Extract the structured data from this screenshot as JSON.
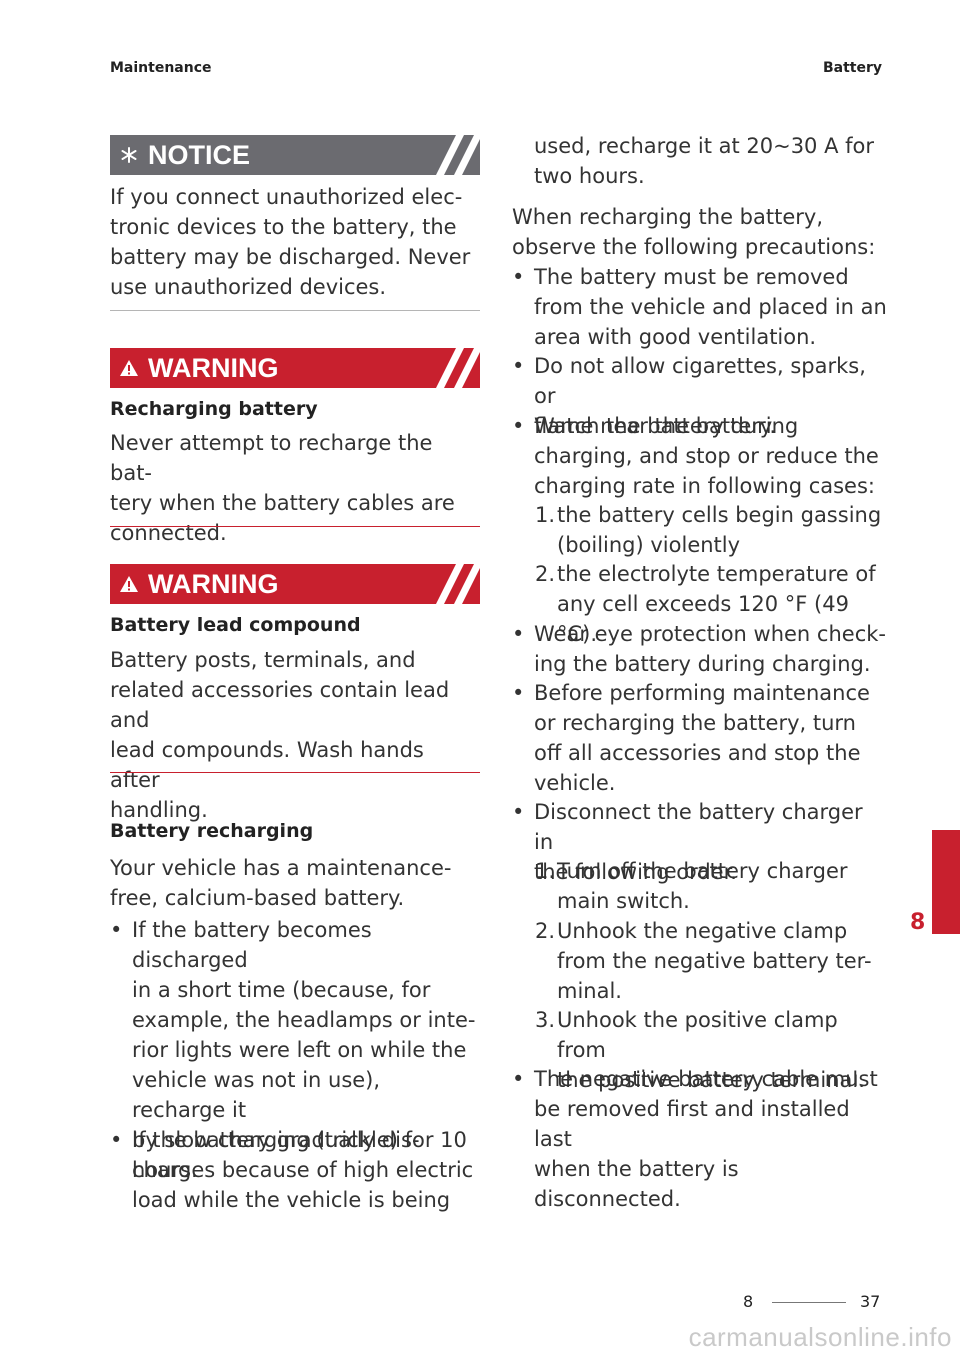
{
  "header": {
    "left": "Maintenance",
    "right": "Battery"
  },
  "notice": {
    "title": "NOTICE",
    "icon": "asterisk-icon",
    "lines": [
      "If you connect unauthorized elec-",
      "tronic devices to the battery, the",
      "battery may be discharged. Never",
      "use unauthorized devices."
    ]
  },
  "warning1": {
    "title": "WARNING",
    "icon": "warning-triangle-icon",
    "heading": "Recharging battery",
    "lines": [
      "Never attempt to recharge the bat-",
      "tery when the battery cables are",
      "connected."
    ]
  },
  "warning2": {
    "title": "WARNING",
    "icon": "warning-triangle-icon",
    "heading": "Battery lead compound",
    "lines": [
      "Battery posts, terminals, and",
      "related accessories contain lead and",
      "lead compounds. Wash hands after",
      "handling."
    ]
  },
  "section": {
    "heading": "Battery recharging",
    "intro": [
      "Your vehicle has a maintenance-",
      "free, calcium-based battery."
    ],
    "bullet1": [
      "If the battery becomes discharged",
      "in a short time (because, for",
      "example, the headlamps or inte-",
      "rior lights were left on while the",
      "vehicle was not in use), recharge it",
      "by slow charging (trickle) for 10",
      "hours."
    ],
    "bullet2": [
      "If the battery gradually dis-",
      "charges because of high electric",
      "load while the vehicle is being"
    ]
  },
  "right": {
    "cont": [
      "used, recharge it at 20~30 A for",
      "two hours."
    ],
    "precaution_intro": [
      "When recharging the battery,",
      "observe the following precautions:"
    ],
    "b1": [
      "The battery must be removed",
      "from the vehicle and placed in an",
      "area with good ventilation."
    ],
    "b2": [
      "Do not allow cigarettes, sparks, or",
      "flame near the battery."
    ],
    "b3": [
      "Watch the battery during",
      "charging, and stop or reduce the",
      "charging rate in following cases:"
    ],
    "b3_n1": [
      "1.",
      "the battery cells begin gassing",
      "(boiling) violently"
    ],
    "b3_n2": [
      "2.",
      "the electrolyte temperature of",
      "any cell exceeds 120 °F (49 °C)."
    ],
    "b4": [
      "Wear eye protection when check-",
      "ing the battery during charging."
    ],
    "b5": [
      "Before performing maintenance",
      "or recharging the battery, turn",
      "off all accessories and stop the",
      "vehicle."
    ],
    "b6": [
      "Disconnect the battery charger in",
      "the following order."
    ],
    "b6_n1": [
      "1.",
      "Turn off the battery charger",
      "main switch."
    ],
    "b6_n2": [
      "2.",
      "Unhook the negative clamp",
      "from the negative battery ter-",
      "minal."
    ],
    "b6_n3": [
      "3.",
      "Unhook the positive clamp from",
      "the positive battery terminal."
    ],
    "b7": [
      "The negative battery cable must",
      "be removed first and installed last",
      "when the battery is disconnected."
    ]
  },
  "chapter_tab": "8",
  "footer": {
    "chapter": "8",
    "page": "37"
  },
  "watermark": "carmanualsonline.info",
  "colors": {
    "accent_red": "#c8202e",
    "notice_gray": "#6b6b70"
  }
}
